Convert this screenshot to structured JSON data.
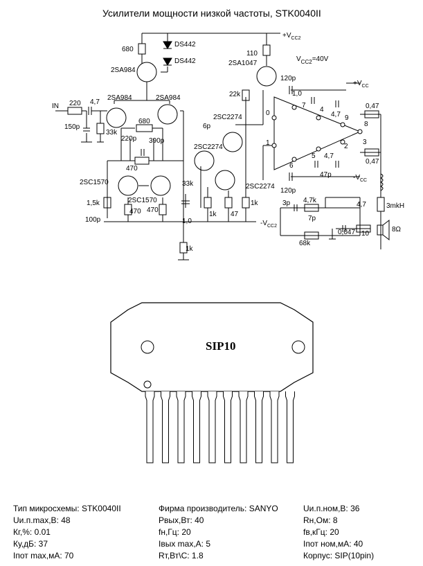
{
  "title": "Усилители мощности низкой частоты, STK0040II",
  "schematic": {
    "labels": {
      "vcc2_top": "+V",
      "vcc2_top_sub": "CC2",
      "vcc2_value": "V",
      "vcc2_value_sub": "CC2",
      "vcc2_value_eq": "=40V",
      "vcc_pos": "+V",
      "vcc_pos_sub": "CC",
      "vcc_neg": "-V",
      "vcc_neg_sub": "CC",
      "vcc2_neg": "-V",
      "vcc2_neg_sub": "CC2",
      "input": "IN",
      "r_220": "220",
      "c_4_7_in": "4,7",
      "c_150p": "150p",
      "r_33k_a": "33k",
      "r_680_a": "680",
      "d_ds442_a": "DS442",
      "d_ds442_b": "DS442",
      "q_2sa984_a": "2SA984",
      "q_2sa984_b": "2SA984",
      "q_2sa984_c": "2SA984",
      "r_680_b": "680",
      "c_220p": "220p",
      "c_390p": "390p",
      "r_470_a": "470",
      "q_2sc1570_a": "2SC1570",
      "q_2sc1570_b": "2SC1570",
      "r_1_5k": "1,5k",
      "c_100p": "100p",
      "r_470_b": "470",
      "r_470_c": "470",
      "r_110": "110",
      "q_2sa1047": "2SA1047",
      "r_22k": "22k",
      "q_2sc2274_a": "2SC2274",
      "q_2sc2274_b": "2SC2274",
      "q_2sc2274_c": "2SC2274",
      "c_6p": "6p",
      "r_33k_b": "33k",
      "c_1_0": "1,0",
      "r_1k_a": "1k",
      "r_47": "47",
      "r_1k_b": "1k",
      "r_1k_c": "1k",
      "c_120p_a": "120p",
      "c_1_0_b": "1,0",
      "c_4_7_b": "4,7",
      "r_0_47_a": "0,47",
      "r_0_47_b": "0,47",
      "c_47p": "47p",
      "c_4_7_c": "4,7",
      "c_120p_b": "120p",
      "pin_0": "0",
      "pin_1": "1",
      "pin_2": "2",
      "pin_3": "3",
      "pin_4": "4",
      "pin_5": "5",
      "pin_6": "6",
      "pin_7": "7",
      "pin_8": "8",
      "pin_9": "9",
      "c_3p": "3p",
      "r_4_7k": "4,7k",
      "c_7p": "7p",
      "r_68k": "68k",
      "r_4_7_l": "4,7",
      "l_3mkh": "3mkH",
      "c_0_047": "0,047",
      "r_10": "10",
      "spk_8ohm": "8Ω"
    }
  },
  "package": {
    "label": "SIP10",
    "pin_count": 10
  },
  "specs": {
    "col1": [
      "Тип микросхемы: STK0040II",
      "Uи.п.max,В: 48",
      "Кг,%: 0.01",
      "Ку,дБ: 37",
      "Iпот max,мА: 70"
    ],
    "col2": [
      "Фирма производитель: SANYO",
      "Pвых,Вт: 40",
      "fн,Гц: 20",
      "Iвых max,А: 5",
      "Rт,Вт\\С: 1.8"
    ],
    "col3": [
      "Uи.п.ном,В: 36",
      "Rн,Ом: 8",
      "fв,кГц: 20",
      "Iпот ном,мА: 40",
      "Корпус: SIP(10pin)"
    ]
  }
}
